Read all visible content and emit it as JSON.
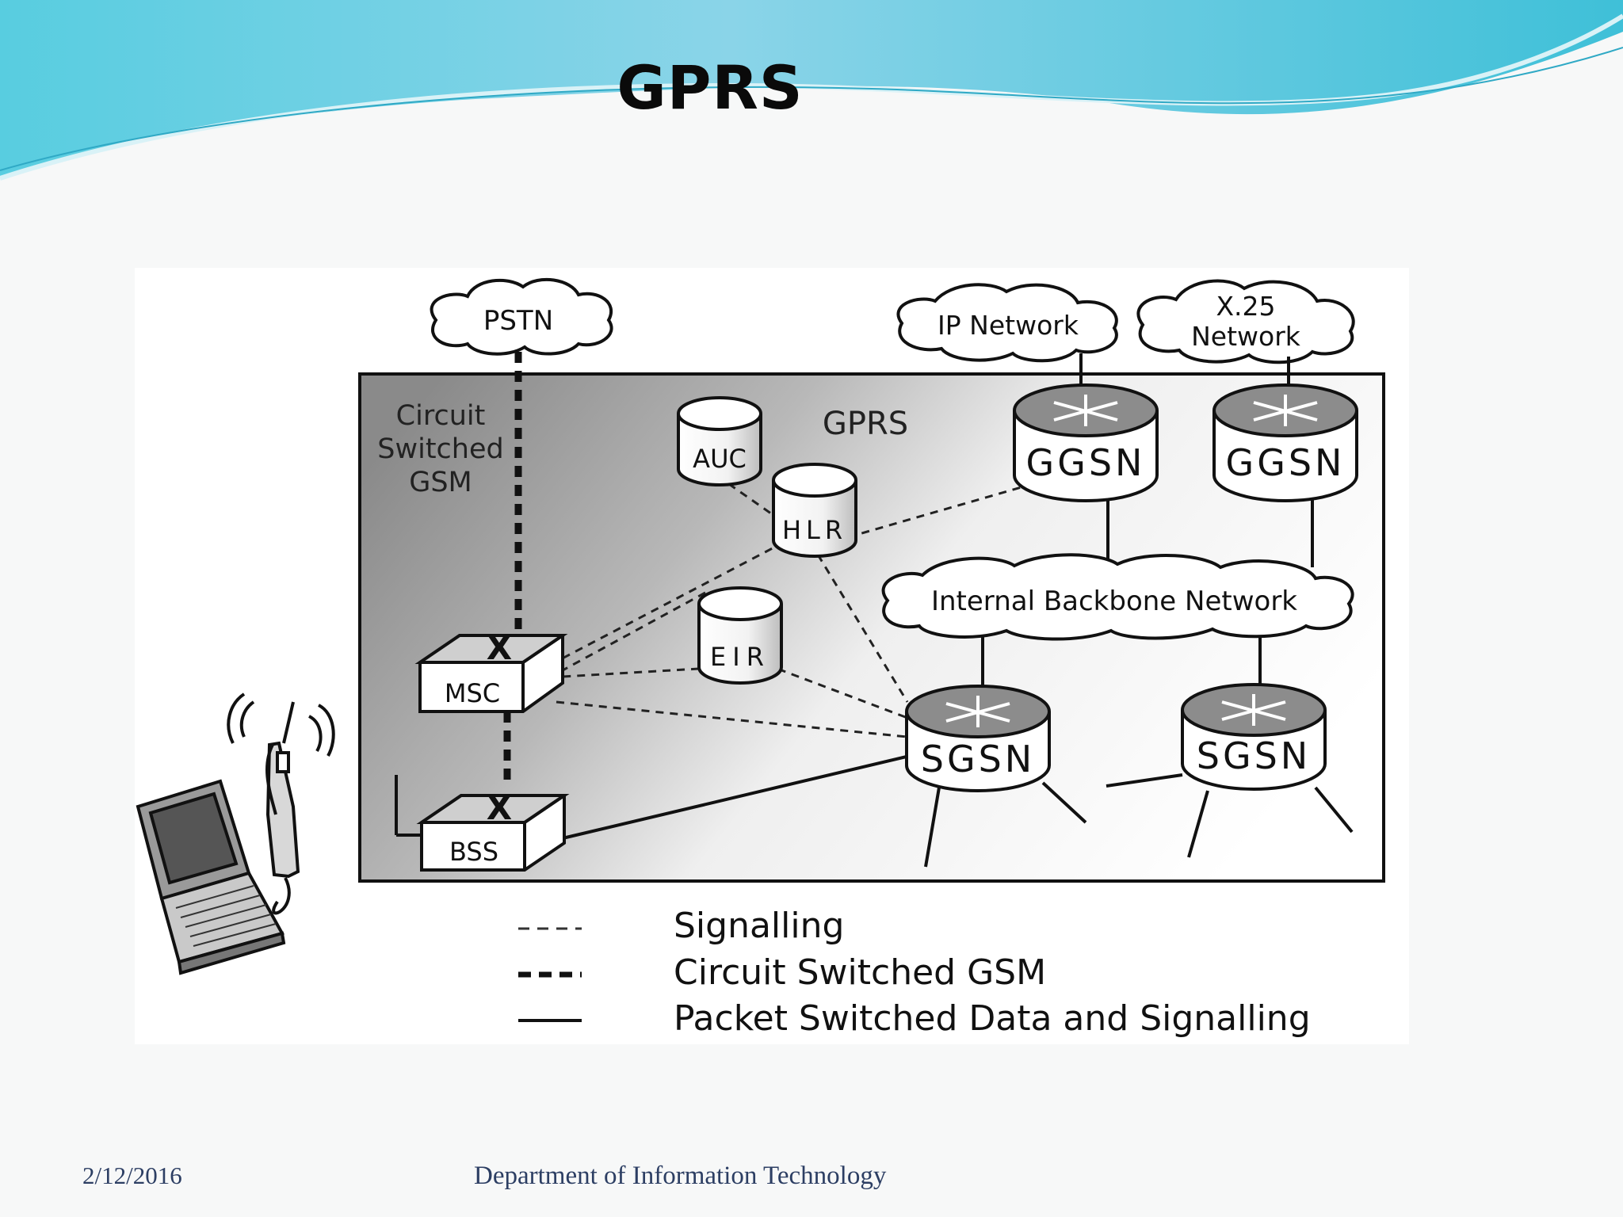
{
  "slide": {
    "title": "GPRS",
    "footer_date": "2/12/2016",
    "footer_department": "Department of Information Technology"
  },
  "diagram": {
    "clouds": {
      "pstn": "PSTN",
      "ip_network": "IP Network",
      "x25_line1": "X.25",
      "x25_line2": "Network",
      "backbone": "Internal Backbone Network"
    },
    "region_labels": {
      "csg_line1": "Circuit",
      "csg_line2": "Switched",
      "csg_line3": "GSM",
      "gprs": "GPRS"
    },
    "databases": {
      "auc": "AUC",
      "hlr": "HLR",
      "eir": "EIR"
    },
    "routers": {
      "ggsn": "GGSN",
      "sgsn": "SGSN"
    },
    "switches": {
      "msc": "MSC",
      "bss": "BSS"
    },
    "legend": [
      {
        "label": "Signalling",
        "style": "signalling"
      },
      {
        "label": "Circuit Switched GSM",
        "style": "circuit"
      },
      {
        "label": "Packet Switched Data and Signalling",
        "style": "packet"
      }
    ]
  },
  "colors": {
    "header_wave_dark": "#4ec5db",
    "header_wave_light": "#a8e1ec",
    "footer_text": "#2c3e63"
  }
}
